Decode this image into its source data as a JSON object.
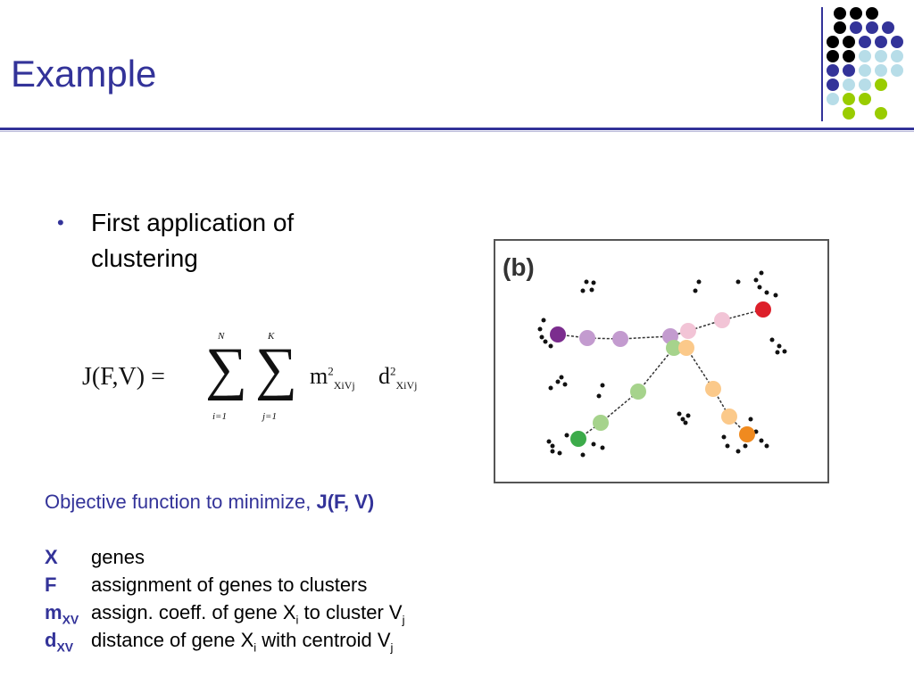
{
  "slide": {
    "title": "Example",
    "bullet": "First application of clustering"
  },
  "formula": {
    "lhs": "J(F,V) =",
    "sum_outer_upper": "N",
    "sum_outer_lower": "i=1",
    "sum_inner_upper": "K",
    "sum_inner_lower": "j=1",
    "term_m": "m",
    "term_m_sup": "2",
    "term_m_sub": "XiVj",
    "term_d": "d",
    "term_d_sup": "2",
    "term_d_sub": "XiVj"
  },
  "figure": {
    "label": "(b)"
  },
  "objective": {
    "text": "Objective function to minimize, ",
    "bold": "J(F, V)"
  },
  "definitions": {
    "x_symbol": "X",
    "x_text": "genes",
    "f_symbol": "F",
    "f_text": "assignment of genes to clusters",
    "m_symbol": "m",
    "m_sub": "XV",
    "m_text_a": "assign. coeff. of gene X",
    "m_text_i": "i",
    "m_text_b": " to cluster V",
    "m_text_j": "j",
    "d_symbol": "d",
    "d_sub": "XV",
    "d_text_a": "distance of gene X",
    "d_text_i": "i",
    "d_text_b": " with centroid V",
    "d_text_j": "j"
  },
  "colors": {
    "accent": "#333399",
    "dots_black": "#000000",
    "dots_navy": "#333399",
    "dots_lightblue": "#b7dde8",
    "dots_lime": "#99cc00"
  }
}
